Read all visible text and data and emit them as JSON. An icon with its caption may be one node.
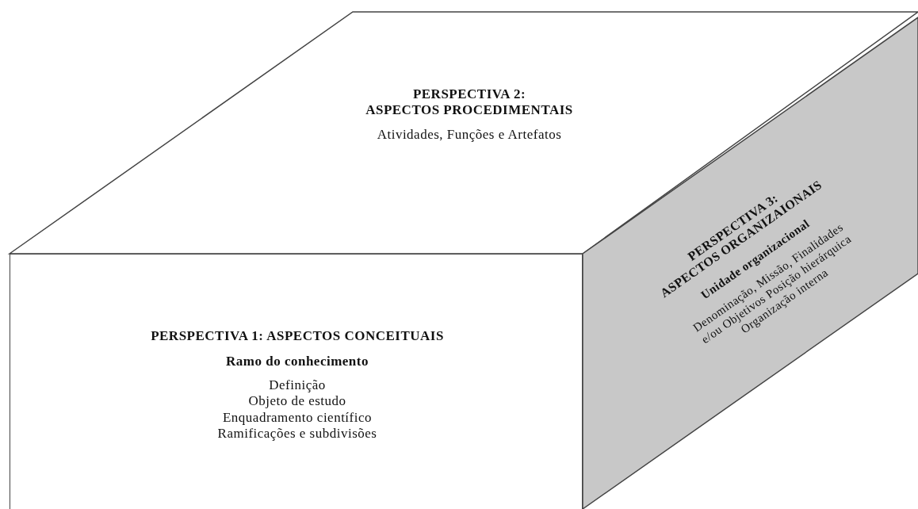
{
  "diagram": {
    "nodes": [
      {
        "text": [
          "PERSPECTIVA 2:",
          "ASPECTOS PROCEDIMENTAIS",
          "Atividades, Funções e Artefatos"
        ]
      },
      {
        "text": [
          "PERSPECTIVA 1: ASPECTOS CONCEITUAIS",
          "Ramo do conhecimento",
          "Definição",
          "Objeto de estudo",
          "Enquadramento científico",
          "Ramificações e subdivisões"
        ]
      },
      {
        "text": [
          "PERSPECTIVA 3:",
          "ASPECTOS ORGANIZAIONAIS",
          "Unidade organizacional",
          "Denominação, Missão, Finalidades e/ou Objetivos Posição hierárquica Organização interna"
        ]
      }
    ]
  }
}
